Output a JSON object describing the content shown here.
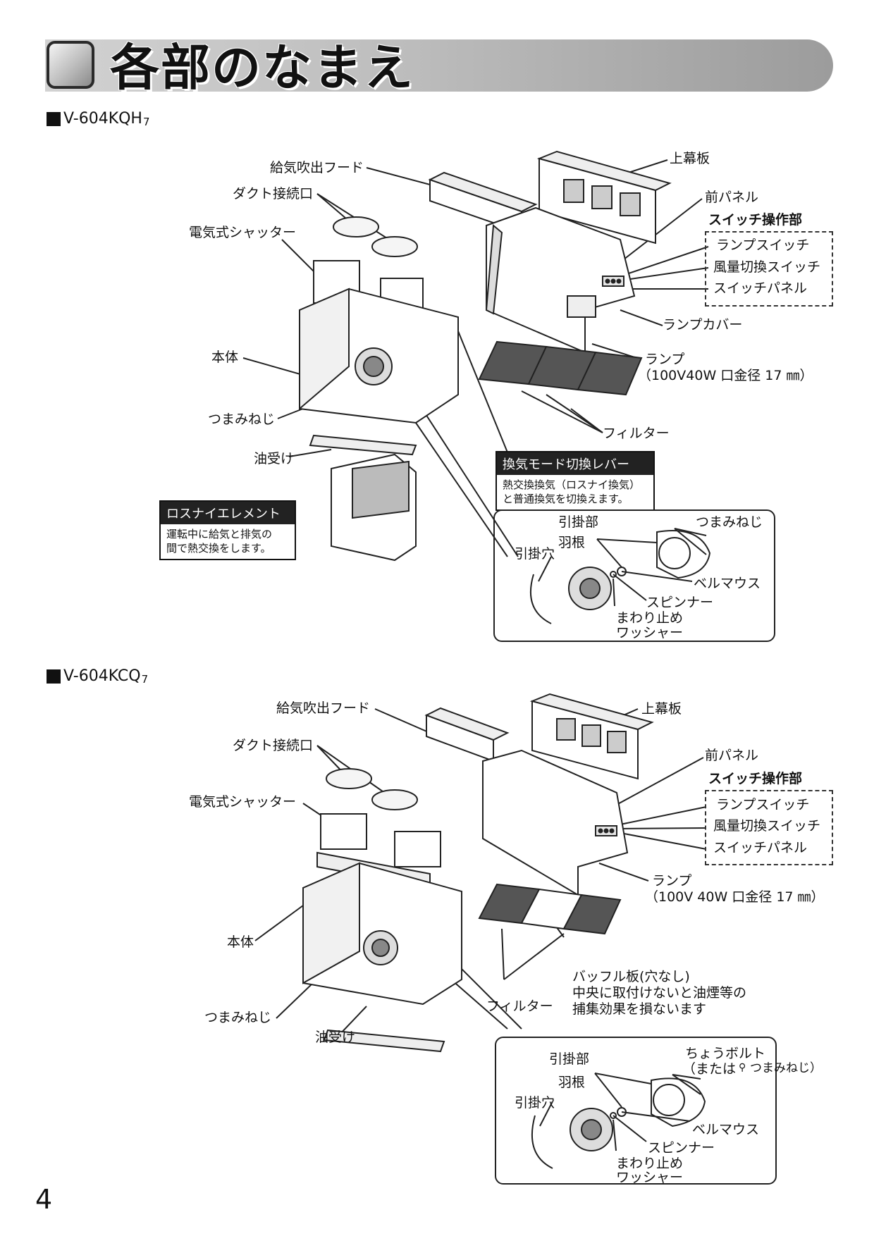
{
  "page": {
    "title": "各部のなまえ",
    "number": "4"
  },
  "section1": {
    "model": "V-604KQH",
    "model_sub": "7",
    "labels": {
      "hood": "給気吹出フード",
      "duct": "ダクト接続口",
      "shutter": "電気式シャッター",
      "body": "本体",
      "knob": "つまみねじ",
      "oil": "油受け",
      "top_panel": "上幕板",
      "front_panel": "前パネル",
      "switch_group": "スイッチ操作部",
      "lamp_switch": "ランプスイッチ",
      "fan_switch": "風量切換スイッチ",
      "switch_panel": "スイッチパネル",
      "lamp_cover": "ランプカバー",
      "lamp": "ランプ",
      "lamp_spec": "（100V40W 口金径 17 ㎜）",
      "filter": "フィルター"
    },
    "lever_callout": {
      "title": "換気モード切換レバー",
      "text_line1": "熱交換換気（ロスナイ換気）",
      "text_line2": "と普通換気を切換えます。"
    },
    "element_callout": {
      "title": "ロスナイエレメント",
      "text_line1": "運転中に給気と排気の",
      "text_line2": "間で熱交換をします。"
    },
    "inset": {
      "hook": "引掛部",
      "knob": "つまみねじ",
      "blade": "羽根",
      "hole": "引掛穴",
      "bellmouth": "ベルマウス",
      "spinner": "スピンナー",
      "washer_line1": "まわり止め",
      "washer_line2": "ワッシャー"
    }
  },
  "section2": {
    "model": "V-604KCQ",
    "model_sub": "7",
    "labels": {
      "hood": "給気吹出フード",
      "duct": "ダクト接続口",
      "shutter": "電気式シャッター",
      "body": "本体",
      "knob": "つまみねじ",
      "oil": "油受け",
      "top_panel": "上幕板",
      "front_panel": "前パネル",
      "switch_group": "スイッチ操作部",
      "lamp_switch": "ランプスイッチ",
      "fan_switch": "風量切換スイッチ",
      "switch_panel": "スイッチパネル",
      "lamp": "ランプ",
      "lamp_spec": "（100V 40W 口金径 17 ㎜）",
      "filter": "フィルター",
      "baffle_line1": "バッフル板(穴なし)",
      "baffle_line2": "中央に取付けないと油煙等の",
      "baffle_line3": "捕集効果を損ないます"
    },
    "inset": {
      "hook": "引掛部",
      "bolt_line1": "ちょうボルト",
      "bolt_line2": "（または",
      "bolt_line3": "つまみねじ）",
      "blade": "羽根",
      "hole": "引掛穴",
      "bellmouth": "ベルマウス",
      "spinner": "スピンナー",
      "washer_line1": "まわり止め",
      "washer_line2": "ワッシャー"
    }
  }
}
